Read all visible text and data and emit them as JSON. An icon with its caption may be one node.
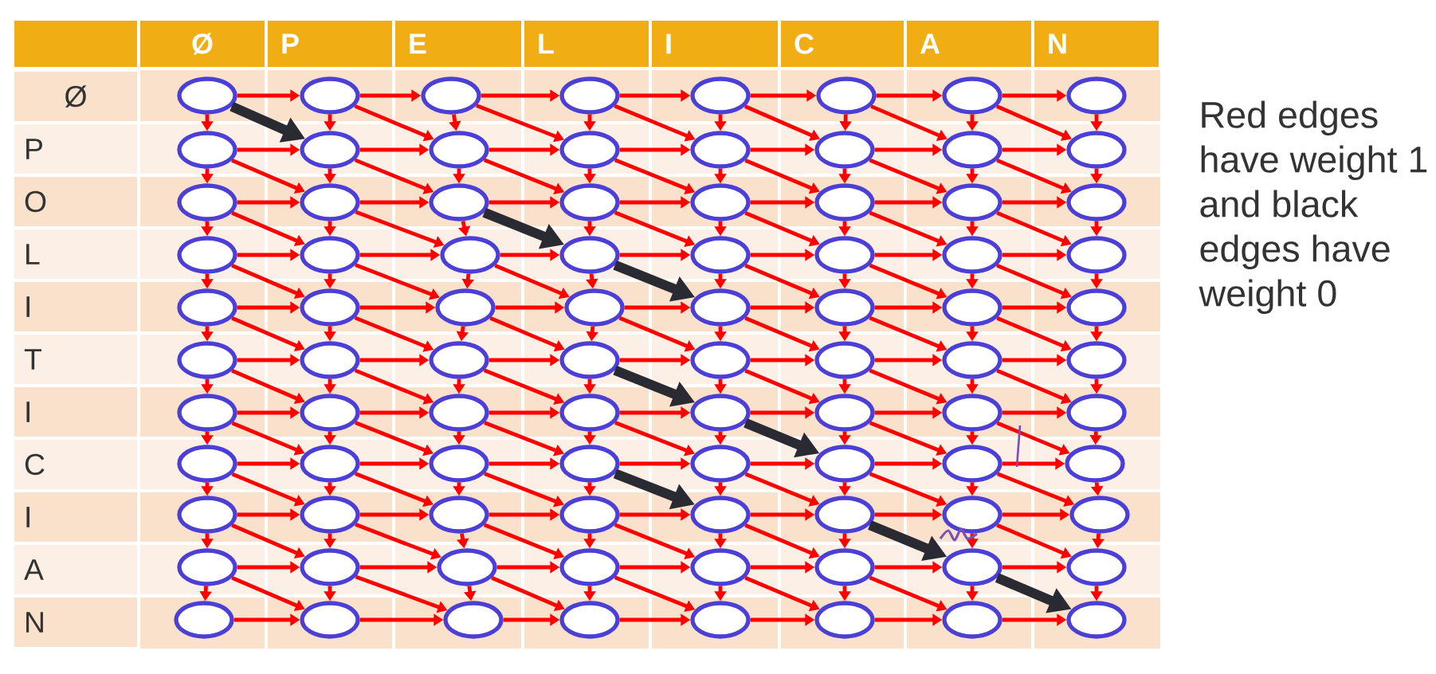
{
  "diagram": {
    "nodes": [
      {
        "text": [],
        "shape": "ellipse"
      },
      {
        "text": [],
        "shape": "ellipse"
      },
      {
        "text": [],
        "shape": "ellipse"
      },
      {
        "text": [],
        "shape": "ellipse"
      },
      {
        "text": [],
        "shape": "ellipse"
      },
      {
        "text": [],
        "shape": "ellipse"
      },
      {
        "text": [],
        "shape": "ellipse"
      },
      {
        "text": [],
        "shape": "ellipse"
      },
      {
        "text": [],
        "shape": "ellipse"
      },
      {
        "text": [],
        "shape": "ellipse"
      },
      {
        "text": [],
        "shape": "ellipse"
      },
      {
        "text": [],
        "shape": "ellipse"
      },
      {
        "text": [],
        "shape": "ellipse"
      },
      {
        "text": [],
        "shape": "ellipse"
      },
      {
        "text": [],
        "shape": "ellipse"
      },
      {
        "text": [],
        "shape": "ellipse"
      },
      {
        "text": [],
        "shape": "ellipse"
      },
      {
        "text": [],
        "shape": "ellipse"
      },
      {
        "text": [],
        "shape": "ellipse"
      },
      {
        "text": [],
        "shape": "ellipse"
      },
      {
        "text": [],
        "shape": "ellipse"
      },
      {
        "text": [],
        "shape": "ellipse"
      },
      {
        "text": [],
        "shape": "ellipse"
      },
      {
        "text": [],
        "shape": "ellipse"
      },
      {
        "text": [],
        "shape": "ellipse"
      },
      {
        "text": [],
        "shape": "ellipse"
      },
      {
        "text": [],
        "shape": "ellipse"
      },
      {
        "text": [],
        "shape": "ellipse"
      },
      {
        "text": [],
        "shape": "ellipse"
      },
      {
        "text": [],
        "shape": "ellipse"
      },
      {
        "text": [],
        "shape": "ellipse"
      },
      {
        "text": [],
        "shape": "ellipse"
      },
      {
        "text": [],
        "shape": "ellipse"
      },
      {
        "text": [],
        "shape": "ellipse"
      },
      {
        "text": [],
        "shape": "ellipse"
      },
      {
        "text": [],
        "shape": "ellipse"
      },
      {
        "text": [],
        "shape": "ellipse"
      },
      {
        "text": [],
        "shape": "ellipse"
      },
      {
        "text": [],
        "shape": "ellipse"
      },
      {
        "text": [],
        "shape": "ellipse"
      },
      {
        "text": [],
        "shape": "ellipse"
      },
      {
        "text": [],
        "shape": "ellipse"
      },
      {
        "text": [],
        "shape": "ellipse"
      },
      {
        "text": [],
        "shape": "ellipse"
      },
      {
        "text": [],
        "shape": "ellipse"
      },
      {
        "text": [],
        "shape": "ellipse"
      },
      {
        "text": [],
        "shape": "ellipse"
      },
      {
        "text": [],
        "shape": "ellipse"
      },
      {
        "text": [],
        "shape": "ellipse"
      },
      {
        "text": [],
        "shape": "ellipse"
      },
      {
        "text": [],
        "shape": "ellipse"
      },
      {
        "text": [],
        "shape": "ellipse"
      },
      {
        "text": [],
        "shape": "ellipse"
      },
      {
        "text": [],
        "shape": "ellipse"
      },
      {
        "text": [],
        "shape": "ellipse"
      },
      {
        "text": [],
        "shape": "ellipse"
      },
      {
        "text": [],
        "shape": "ellipse"
      },
      {
        "text": [],
        "shape": "ellipse"
      },
      {
        "text": [],
        "shape": "ellipse"
      },
      {
        "text": [],
        "shape": "ellipse"
      },
      {
        "text": [],
        "shape": "ellipse"
      },
      {
        "text": [],
        "shape": "ellipse"
      },
      {
        "text": [],
        "shape": "ellipse"
      },
      {
        "text": [],
        "shape": "ellipse"
      },
      {
        "text": [],
        "shape": "ellipse"
      },
      {
        "text": [],
        "shape": "ellipse"
      },
      {
        "text": [],
        "shape": "ellipse"
      },
      {
        "text": [],
        "shape": "ellipse"
      },
      {
        "text": [],
        "shape": "ellipse"
      },
      {
        "text": [],
        "shape": "ellipse"
      },
      {
        "text": [],
        "shape": "ellipse"
      },
      {
        "text": [],
        "shape": "ellipse"
      },
      {
        "text": [],
        "shape": "ellipse"
      },
      {
        "text": [],
        "shape": "ellipse"
      },
      {
        "text": [],
        "shape": "ellipse"
      },
      {
        "text": [],
        "shape": "ellipse"
      },
      {
        "text": [],
        "shape": "ellipse"
      },
      {
        "text": [],
        "shape": "ellipse"
      },
      {
        "text": [],
        "shape": "ellipse"
      },
      {
        "text": [],
        "shape": "ellipse"
      },
      {
        "text": [],
        "shape": "ellipse"
      },
      {
        "text": [],
        "shape": "ellipse"
      },
      {
        "text": [],
        "shape": "ellipse"
      },
      {
        "text": [],
        "shape": "ellipse"
      },
      {
        "text": [],
        "shape": "ellipse"
      },
      {
        "text": [],
        "shape": "ellipse"
      },
      {
        "text": [],
        "shape": "ellipse"
      },
      {
        "text": [],
        "shape": "ellipse"
      }
    ],
    "edges": [
      {
        "from": 0,
        "to": 1,
        "arrow": "to"
      },
      {
        "from": 1,
        "to": 2,
        "arrow": "to"
      },
      {
        "from": 2,
        "to": 3,
        "arrow": "to"
      },
      {
        "from": 3,
        "to": 4,
        "arrow": "to"
      },
      {
        "from": 4,
        "to": 5,
        "arrow": "to"
      },
      {
        "from": 5,
        "to": 6,
        "arrow": "to"
      },
      {
        "from": 6,
        "to": 7,
        "arrow": "to"
      },
      {
        "from": 0,
        "to": 8,
        "arrow": "to"
      },
      {
        "from": 1,
        "to": 9,
        "arrow": "to"
      },
      {
        "from": 2,
        "to": 10,
        "arrow": "to"
      },
      {
        "from": 3,
        "to": 11,
        "arrow": "to"
      },
      {
        "from": 4,
        "to": 12,
        "arrow": "to"
      },
      {
        "from": 5,
        "to": 13,
        "arrow": "to"
      },
      {
        "from": 6,
        "to": 14,
        "arrow": "to"
      },
      {
        "from": 7,
        "to": 15,
        "arrow": "to"
      },
      {
        "from": 0,
        "to": 9,
        "arrow": "to",
        "style": "thick",
        "color": "#2a2a33"
      },
      {
        "from": 1,
        "to": 10,
        "arrow": "to"
      },
      {
        "from": 2,
        "to": 11,
        "arrow": "to"
      },
      {
        "from": 3,
        "to": 12,
        "arrow": "to"
      },
      {
        "from": 4,
        "to": 13,
        "arrow": "to"
      },
      {
        "from": 5,
        "to": 14,
        "arrow": "to"
      },
      {
        "from": 6,
        "to": 15,
        "arrow": "to"
      },
      {
        "from": 8,
        "to": 9,
        "arrow": "to"
      },
      {
        "from": 9,
        "to": 10,
        "arrow": "to"
      },
      {
        "from": 10,
        "to": 11,
        "arrow": "to"
      },
      {
        "from": 11,
        "to": 12,
        "arrow": "to"
      },
      {
        "from": 12,
        "to": 13,
        "arrow": "to"
      },
      {
        "from": 13,
        "to": 14,
        "arrow": "to"
      },
      {
        "from": 14,
        "to": 15,
        "arrow": "to"
      },
      {
        "from": 8,
        "to": 16,
        "arrow": "to"
      },
      {
        "from": 9,
        "to": 17,
        "arrow": "to"
      },
      {
        "from": 10,
        "to": 18,
        "arrow": "to"
      },
      {
        "from": 11,
        "to": 19,
        "arrow": "to"
      },
      {
        "from": 12,
        "to": 20,
        "arrow": "to"
      },
      {
        "from": 13,
        "to": 21,
        "arrow": "to"
      },
      {
        "from": 14,
        "to": 22,
        "arrow": "to"
      },
      {
        "from": 15,
        "to": 23,
        "arrow": "to"
      },
      {
        "from": 8,
        "to": 17,
        "arrow": "to"
      },
      {
        "from": 9,
        "to": 18,
        "arrow": "to"
      },
      {
        "from": 10,
        "to": 19,
        "arrow": "to"
      },
      {
        "from": 11,
        "to": 20,
        "arrow": "to"
      },
      {
        "from": 12,
        "to": 21,
        "arrow": "to"
      },
      {
        "from": 13,
        "to": 22,
        "arrow": "to"
      },
      {
        "from": 14,
        "to": 23,
        "arrow": "to"
      },
      {
        "from": 16,
        "to": 17,
        "arrow": "to"
      },
      {
        "from": 17,
        "to": 18,
        "arrow": "to"
      },
      {
        "from": 18,
        "to": 19,
        "arrow": "to"
      },
      {
        "from": 19,
        "to": 20,
        "arrow": "to"
      },
      {
        "from": 20,
        "to": 21,
        "arrow": "to"
      },
      {
        "from": 21,
        "to": 22,
        "arrow": "to"
      },
      {
        "from": 22,
        "to": 23,
        "arrow": "to"
      },
      {
        "from": 16,
        "to": 24,
        "arrow": "to"
      },
      {
        "from": 17,
        "to": 25,
        "arrow": "to"
      },
      {
        "from": 18,
        "to": 26,
        "arrow": "to"
      },
      {
        "from": 19,
        "to": 27,
        "arrow": "to"
      },
      {
        "from": 20,
        "to": 28,
        "arrow": "to"
      },
      {
        "from": 21,
        "to": 29,
        "arrow": "to"
      },
      {
        "from": 22,
        "to": 30,
        "arrow": "to"
      },
      {
        "from": 23,
        "to": 31,
        "arrow": "to"
      },
      {
        "from": 16,
        "to": 25,
        "arrow": "to"
      },
      {
        "from": 17,
        "to": 26,
        "arrow": "to"
      },
      {
        "from": 18,
        "to": 27,
        "arrow": "to",
        "style": "thick",
        "color": "#2a2a33"
      },
      {
        "from": 19,
        "to": 28,
        "arrow": "to"
      },
      {
        "from": 20,
        "to": 29,
        "arrow": "to"
      },
      {
        "from": 21,
        "to": 30,
        "arrow": "to"
      },
      {
        "from": 22,
        "to": 31,
        "arrow": "to"
      },
      {
        "from": 24,
        "to": 25,
        "arrow": "to"
      },
      {
        "from": 25,
        "to": 26,
        "arrow": "to"
      },
      {
        "from": 26,
        "to": 27,
        "arrow": "to"
      },
      {
        "from": 27,
        "to": 28,
        "arrow": "to"
      },
      {
        "from": 28,
        "to": 29,
        "arrow": "to"
      },
      {
        "from": 29,
        "to": 30,
        "arrow": "to"
      },
      {
        "from": 30,
        "to": 31,
        "arrow": "to"
      },
      {
        "from": 24,
        "to": 32,
        "arrow": "to"
      },
      {
        "from": 25,
        "to": 33,
        "arrow": "to"
      },
      {
        "from": 26,
        "to": 34,
        "arrow": "to"
      },
      {
        "from": 27,
        "to": 35,
        "arrow": "to"
      },
      {
        "from": 28,
        "to": 36,
        "arrow": "to"
      },
      {
        "from": 29,
        "to": 37,
        "arrow": "to"
      },
      {
        "from": 30,
        "to": 38,
        "arrow": "to"
      },
      {
        "from": 31,
        "to": 39,
        "arrow": "to"
      },
      {
        "from": 24,
        "to": 33,
        "arrow": "to"
      },
      {
        "from": 25,
        "to": 34,
        "arrow": "to"
      },
      {
        "from": 26,
        "to": 35,
        "arrow": "to"
      },
      {
        "from": 27,
        "to": 36,
        "arrow": "to",
        "style": "thick",
        "color": "#2a2a33"
      },
      {
        "from": 28,
        "to": 37,
        "arrow": "to"
      },
      {
        "from": 29,
        "to": 38,
        "arrow": "to"
      },
      {
        "from": 30,
        "to": 39,
        "arrow": "to"
      },
      {
        "from": 32,
        "to": 33,
        "arrow": "to"
      },
      {
        "from": 33,
        "to": 34,
        "arrow": "to"
      },
      {
        "from": 34,
        "to": 35,
        "arrow": "to"
      },
      {
        "from": 35,
        "to": 36,
        "arrow": "to"
      },
      {
        "from": 36,
        "to": 37,
        "arrow": "to"
      },
      {
        "from": 37,
        "to": 38,
        "arrow": "to"
      },
      {
        "from": 38,
        "to": 39,
        "arrow": "to"
      },
      {
        "from": 32,
        "to": 40,
        "arrow": "to"
      },
      {
        "from": 33,
        "to": 41,
        "arrow": "to"
      },
      {
        "from": 34,
        "to": 42,
        "arrow": "to"
      },
      {
        "from": 35,
        "to": 43,
        "arrow": "to"
      },
      {
        "from": 36,
        "to": 44,
        "arrow": "to"
      },
      {
        "from": 37,
        "to": 45,
        "arrow": "to"
      },
      {
        "from": 38,
        "to": 46,
        "arrow": "to"
      },
      {
        "from": 39,
        "to": 47,
        "arrow": "to"
      },
      {
        "from": 32,
        "to": 41,
        "arrow": "to"
      },
      {
        "from": 33,
        "to": 42,
        "arrow": "to"
      },
      {
        "from": 34,
        "to": 43,
        "arrow": "to"
      },
      {
        "from": 35,
        "to": 44,
        "arrow": "to"
      },
      {
        "from": 36,
        "to": 45,
        "arrow": "to"
      },
      {
        "from": 37,
        "to": 46,
        "arrow": "to"
      },
      {
        "from": 38,
        "to": 47,
        "arrow": "to"
      },
      {
        "from": 40,
        "to": 41,
        "arrow": "to"
      },
      {
        "from": 41,
        "to": 42,
        "arrow": "to"
      },
      {
        "from": 42,
        "to": 43,
        "arrow": "to"
      },
      {
        "from": 43,
        "to": 44,
        "arrow": "to"
      },
      {
        "from": 44,
        "to": 45,
        "arrow": "to"
      },
      {
        "from": 45,
        "to": 46,
        "arrow": "to"
      },
      {
        "from": 46,
        "to": 47,
        "arrow": "to"
      },
      {
        "from": 40,
        "to": 48,
        "arrow": "to"
      },
      {
        "from": 41,
        "to": 49,
        "arrow": "to"
      },
      {
        "from": 42,
        "to": 50,
        "arrow": "to"
      },
      {
        "from": 43,
        "to": 51,
        "arrow": "to"
      },
      {
        "from": 44,
        "to": 52,
        "arrow": "to"
      },
      {
        "from": 45,
        "to": 53,
        "arrow": "to"
      },
      {
        "from": 46,
        "to": 54,
        "arrow": "to"
      },
      {
        "from": 47,
        "to": 55,
        "arrow": "to"
      },
      {
        "from": 40,
        "to": 49,
        "arrow": "to"
      },
      {
        "from": 41,
        "to": 50,
        "arrow": "to"
      },
      {
        "from": 42,
        "to": 51,
        "arrow": "to"
      },
      {
        "from": 43,
        "to": 52,
        "arrow": "to",
        "style": "thick",
        "color": "#2a2a33"
      },
      {
        "from": 44,
        "to": 53,
        "arrow": "to"
      },
      {
        "from": 45,
        "to": 54,
        "arrow": "to"
      },
      {
        "from": 46,
        "to": 55,
        "arrow": "to"
      },
      {
        "from": 48,
        "to": 49,
        "arrow": "to"
      },
      {
        "from": 49,
        "to": 50,
        "arrow": "to"
      },
      {
        "from": 50,
        "to": 51,
        "arrow": "to"
      },
      {
        "from": 51,
        "to": 52,
        "arrow": "to"
      },
      {
        "from": 52,
        "to": 53,
        "arrow": "to"
      },
      {
        "from": 53,
        "to": 54,
        "arrow": "to"
      },
      {
        "from": 54,
        "to": 55,
        "arrow": "to"
      },
      {
        "from": 48,
        "to": 56,
        "arrow": "to"
      },
      {
        "from": 49,
        "to": 57,
        "arrow": "to"
      },
      {
        "from": 50,
        "to": 58,
        "arrow": "to"
      },
      {
        "from": 51,
        "to": 59,
        "arrow": "to"
      },
      {
        "from": 52,
        "to": 60,
        "arrow": "to"
      },
      {
        "from": 53,
        "to": 61,
        "arrow": "to"
      },
      {
        "from": 54,
        "to": 62,
        "arrow": "to"
      },
      {
        "from": 55,
        "to": 63,
        "arrow": "to"
      },
      {
        "from": 48,
        "to": 57,
        "arrow": "to"
      },
      {
        "from": 49,
        "to": 58,
        "arrow": "to"
      },
      {
        "from": 50,
        "to": 59,
        "arrow": "to"
      },
      {
        "from": 51,
        "to": 60,
        "arrow": "to"
      },
      {
        "from": 52,
        "to": 61,
        "arrow": "to",
        "style": "thick",
        "color": "#2a2a33"
      },
      {
        "from": 53,
        "to": 62,
        "arrow": "to"
      },
      {
        "from": 54,
        "to": 63,
        "arrow": "to"
      },
      {
        "from": 56,
        "to": 57,
        "arrow": "to"
      },
      {
        "from": 57,
        "to": 58,
        "arrow": "to"
      },
      {
        "from": 58,
        "to": 59,
        "arrow": "to"
      },
      {
        "from": 59,
        "to": 60,
        "arrow": "to"
      },
      {
        "from": 60,
        "to": 61,
        "arrow": "to"
      },
      {
        "from": 61,
        "to": 62,
        "arrow": "to"
      },
      {
        "from": 62,
        "to": 63,
        "arrow": "to"
      },
      {
        "from": 56,
        "to": 64,
        "arrow": "to"
      },
      {
        "from": 57,
        "to": 65,
        "arrow": "to"
      },
      {
        "from": 58,
        "to": 66,
        "arrow": "to"
      },
      {
        "from": 59,
        "to": 67,
        "arrow": "to"
      },
      {
        "from": 60,
        "to": 68,
        "arrow": "to"
      },
      {
        "from": 61,
        "to": 69,
        "arrow": "to"
      },
      {
        "from": 62,
        "to": 70,
        "arrow": "to"
      },
      {
        "from": 63,
        "to": 71,
        "arrow": "to"
      },
      {
        "from": 56,
        "to": 65,
        "arrow": "to"
      },
      {
        "from": 57,
        "to": 66,
        "arrow": "to"
      },
      {
        "from": 58,
        "to": 67,
        "arrow": "to"
      },
      {
        "from": 59,
        "to": 68,
        "arrow": "to",
        "style": "thick",
        "color": "#2a2a33"
      },
      {
        "from": 60,
        "to": 69,
        "arrow": "to"
      },
      {
        "from": 61,
        "to": 70,
        "arrow": "to"
      },
      {
        "from": 62,
        "to": 71,
        "arrow": "to"
      },
      {
        "from": 64,
        "to": 65,
        "arrow": "to"
      },
      {
        "from": 65,
        "to": 66,
        "arrow": "to"
      },
      {
        "from": 66,
        "to": 67,
        "arrow": "to"
      },
      {
        "from": 67,
        "to": 68,
        "arrow": "to"
      },
      {
        "from": 68,
        "to": 69,
        "arrow": "to"
      },
      {
        "from": 69,
        "to": 70,
        "arrow": "to"
      },
      {
        "from": 70,
        "to": 71,
        "arrow": "to"
      },
      {
        "from": 64,
        "to": 72,
        "arrow": "to"
      },
      {
        "from": 65,
        "to": 73,
        "arrow": "to"
      },
      {
        "from": 66,
        "to": 74,
        "arrow": "to"
      },
      {
        "from": 67,
        "to": 75,
        "arrow": "to"
      },
      {
        "from": 68,
        "to": 76,
        "arrow": "to"
      },
      {
        "from": 69,
        "to": 77,
        "arrow": "to"
      },
      {
        "from": 70,
        "to": 78,
        "arrow": "to"
      },
      {
        "from": 71,
        "to": 79,
        "arrow": "to"
      },
      {
        "from": 64,
        "to": 73,
        "arrow": "to"
      },
      {
        "from": 65,
        "to": 74,
        "arrow": "to"
      },
      {
        "from": 66,
        "to": 75,
        "arrow": "to"
      },
      {
        "from": 67,
        "to": 76,
        "arrow": "to"
      },
      {
        "from": 68,
        "to": 77,
        "arrow": "to"
      },
      {
        "from": 69,
        "to": 78,
        "arrow": "to",
        "style": "thick",
        "color": "#2a2a33"
      },
      {
        "from": 70,
        "to": 79,
        "arrow": "to"
      },
      {
        "from": 72,
        "to": 73,
        "arrow": "to"
      },
      {
        "from": 73,
        "to": 74,
        "arrow": "to"
      },
      {
        "from": 74,
        "to": 75,
        "arrow": "to"
      },
      {
        "from": 75,
        "to": 76,
        "arrow": "to"
      },
      {
        "from": 76,
        "to": 77,
        "arrow": "to"
      },
      {
        "from": 77,
        "to": 78,
        "arrow": "to"
      },
      {
        "from": 78,
        "to": 79,
        "arrow": "to"
      },
      {
        "from": 72,
        "to": 80,
        "arrow": "to"
      },
      {
        "from": 73,
        "to": 81,
        "arrow": "to"
      },
      {
        "from": 74,
        "to": 82,
        "arrow": "to"
      },
      {
        "from": 75,
        "to": 83,
        "arrow": "to"
      },
      {
        "from": 76,
        "to": 84,
        "arrow": "to"
      },
      {
        "from": 77,
        "to": 85,
        "arrow": "to"
      },
      {
        "from": 78,
        "to": 86,
        "arrow": "to"
      },
      {
        "from": 79,
        "to": 87,
        "arrow": "to"
      },
      {
        "from": 72,
        "to": 81,
        "arrow": "to"
      },
      {
        "from": 73,
        "to": 82,
        "arrow": "to"
      },
      {
        "from": 74,
        "to": 83,
        "arrow": "to"
      },
      {
        "from": 75,
        "to": 84,
        "arrow": "to"
      },
      {
        "from": 76,
        "to": 85,
        "arrow": "to"
      },
      {
        "from": 77,
        "to": 86,
        "arrow": "to"
      },
      {
        "from": 78,
        "to": 87,
        "arrow": "to",
        "style": "thick",
        "color": "#2a2a33"
      },
      {
        "from": 80,
        "to": 81,
        "arrow": "to"
      },
      {
        "from": 81,
        "to": 82,
        "arrow": "to"
      },
      {
        "from": 82,
        "to": 83,
        "arrow": "to"
      },
      {
        "from": 83,
        "to": 84,
        "arrow": "to"
      },
      {
        "from": 84,
        "to": 85,
        "arrow": "to"
      },
      {
        "from": 85,
        "to": 86,
        "arrow": "to"
      },
      {
        "from": 86,
        "to": 87,
        "arrow": "to"
      }
    ],
    "labels": [
      "Ø",
      "P",
      "E",
      "L",
      "I",
      "C",
      "A",
      "N",
      "Ø",
      "P",
      "O",
      "L",
      "I",
      "T",
      "I",
      "C",
      "I",
      "A",
      "N",
      "Red edges have weight 1 and black edges have weight 0"
    ]
  }
}
